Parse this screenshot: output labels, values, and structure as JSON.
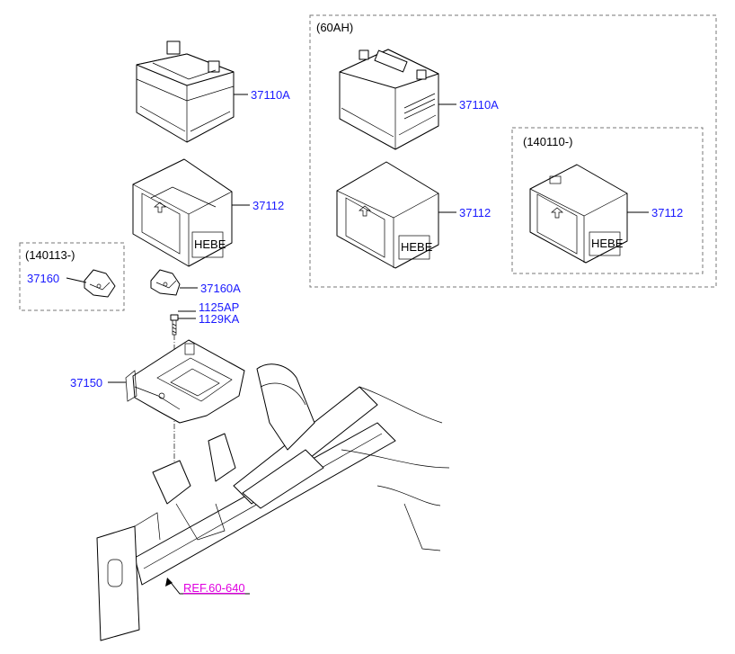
{
  "colors": {
    "part_number": "#1a1aff",
    "reference": "#e000e0",
    "line": "#000000",
    "dashed_box": "#777777"
  },
  "groups": {
    "g60ah": "(60AH)",
    "g140110": "(140110-)",
    "g140113": "(140113-)"
  },
  "labels": {
    "battery_main": "37110A",
    "tray_main": "37112",
    "battery_60": "37110A",
    "tray_60": "37112",
    "tray_140110": "37112",
    "clamp_140113": "37160",
    "clamp_main": "37160A",
    "bolt_a": "1125AP",
    "bolt_b": "1129KA",
    "bracket": "37150",
    "ref": "REF.60-640"
  },
  "tray_side_text": "НЕВЕ"
}
